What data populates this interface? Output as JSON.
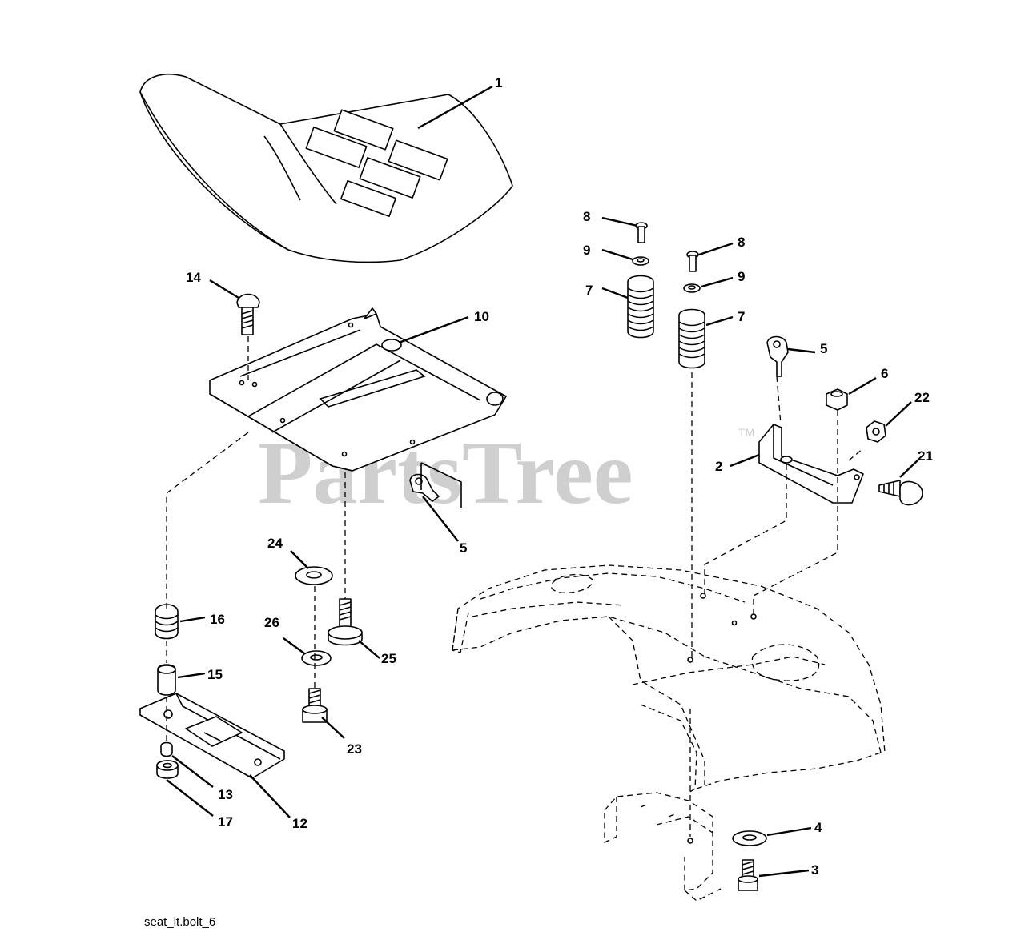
{
  "diagram": {
    "watermark": "PartsTree",
    "watermark_tm": "TM",
    "caption": "seat_lt.bolt_6",
    "callouts": [
      {
        "id": "c1",
        "text": "1"
      },
      {
        "id": "c14",
        "text": "14"
      },
      {
        "id": "c10",
        "text": "10"
      },
      {
        "id": "c5a",
        "text": "5"
      },
      {
        "id": "c24",
        "text": "24"
      },
      {
        "id": "c26",
        "text": "26"
      },
      {
        "id": "c25",
        "text": "25"
      },
      {
        "id": "c23",
        "text": "23"
      },
      {
        "id": "c16",
        "text": "16"
      },
      {
        "id": "c15",
        "text": "15"
      },
      {
        "id": "c13",
        "text": "13"
      },
      {
        "id": "c17",
        "text": "17"
      },
      {
        "id": "c12",
        "text": "12"
      },
      {
        "id": "c8a",
        "text": "8"
      },
      {
        "id": "c9a",
        "text": "9"
      },
      {
        "id": "c7a",
        "text": "7"
      },
      {
        "id": "c8b",
        "text": "8"
      },
      {
        "id": "c9b",
        "text": "9"
      },
      {
        "id": "c7b",
        "text": "7"
      },
      {
        "id": "c5b",
        "text": "5"
      },
      {
        "id": "c6",
        "text": "6"
      },
      {
        "id": "c22",
        "text": "22"
      },
      {
        "id": "c2",
        "text": "2"
      },
      {
        "id": "c21",
        "text": "21"
      },
      {
        "id": "c4",
        "text": "4"
      },
      {
        "id": "c3",
        "text": "3"
      }
    ]
  }
}
